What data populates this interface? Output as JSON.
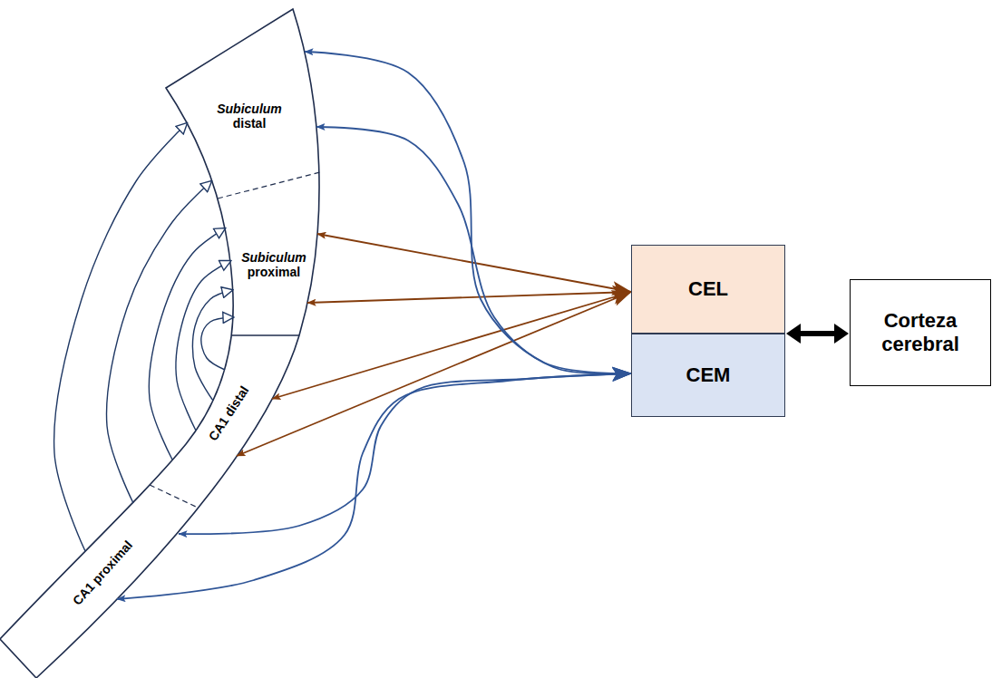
{
  "diagram": {
    "nodes": [
      {
        "text": [
          "Subiculum distal"
        ]
      },
      {
        "text": [
          "Subiculum proximal"
        ]
      },
      {
        "text": [
          "CA1 distal"
        ]
      },
      {
        "text": [
          "CA1 proximal"
        ]
      },
      {
        "text": [
          "CEL"
        ]
      },
      {
        "text": [
          "CEM"
        ]
      },
      {
        "text": [
          "Corteza cerebral"
        ]
      }
    ],
    "edges": [
      {
        "from": 3,
        "to": 0,
        "arrow": "to"
      },
      {
        "from": 3,
        "to": 0,
        "arrow": "to"
      },
      {
        "from": 2,
        "to": 1,
        "arrow": "to"
      },
      {
        "from": 2,
        "to": 1,
        "arrow": "to"
      },
      {
        "from": 2,
        "to": 1,
        "arrow": "to"
      },
      {
        "from": 2,
        "to": 1,
        "arrow": "to"
      },
      {
        "from": 4,
        "to": 1,
        "arrow": "both"
      },
      {
        "from": 4,
        "to": 1,
        "arrow": "both"
      },
      {
        "from": 4,
        "to": 2,
        "arrow": "both"
      },
      {
        "from": 4,
        "to": 2,
        "arrow": "both"
      },
      {
        "from": 5,
        "to": 0,
        "arrow": "both"
      },
      {
        "from": 5,
        "to": 0,
        "arrow": "both"
      },
      {
        "from": 5,
        "to": 3,
        "arrow": "both"
      },
      {
        "from": 5,
        "to": 3,
        "arrow": "both"
      },
      {
        "from": 4,
        "to": 6,
        "arrow": "both"
      }
    ]
  }
}
